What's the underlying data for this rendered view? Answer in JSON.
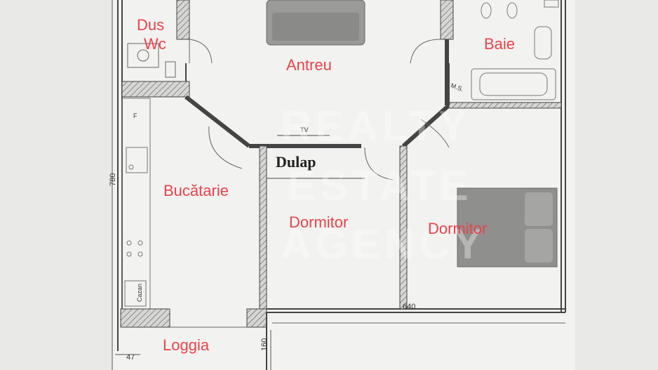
{
  "rooms": {
    "dus": "Dus",
    "wc": "Wc",
    "antreu": "Antreu",
    "baie": "Baie",
    "dulap": "Dulap",
    "bucatarie": "Bucătarie",
    "dormitor_center": "Dormitor",
    "dormitor_right": "Dormitor",
    "loggia": "Loggia"
  },
  "annotations": {
    "tv": "TV",
    "ms": "M.S.",
    "fridge": "F",
    "cazan": "Cazan"
  },
  "dimensions": {
    "height_780": "780",
    "width_640": "640",
    "loggia_160": "160",
    "small_47": "47"
  },
  "watermark": {
    "line1": "REALTY",
    "line2": "ESTATE",
    "line3": "AGENCY"
  },
  "colors": {
    "label": "#e8434b",
    "wall": "#444444",
    "paper": "#f2f2f0",
    "background": "#e9e9e7",
    "furniture": "#8c8c8c"
  }
}
